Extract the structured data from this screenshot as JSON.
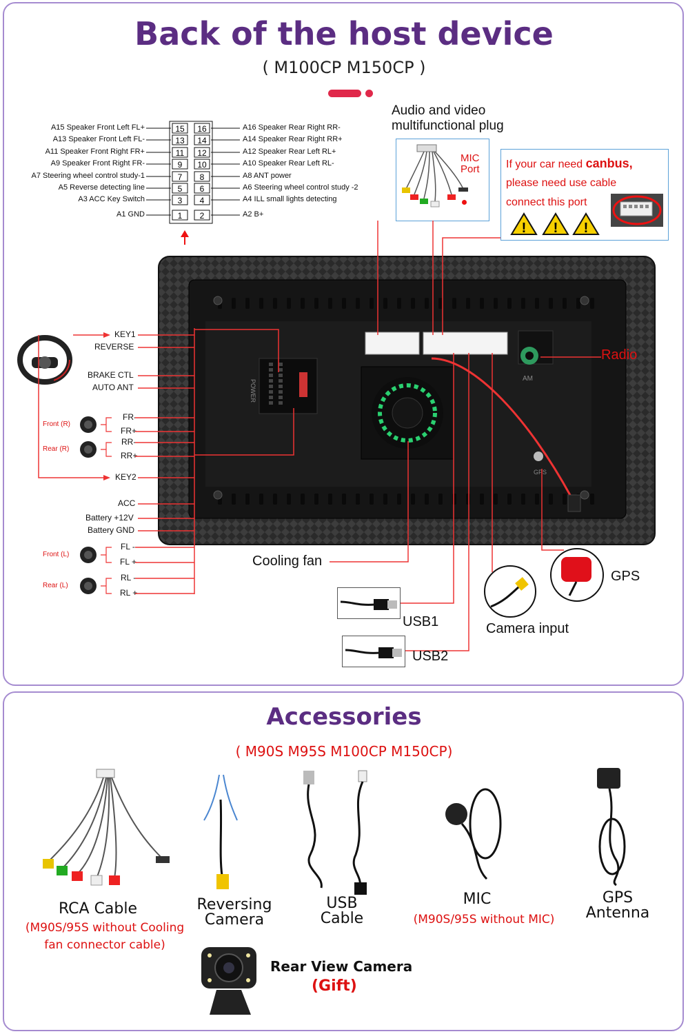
{
  "top": {
    "title": "Back of the host device",
    "models": "( M100CP  M150CP )",
    "pins_left": [
      {
        "num": "15",
        "label": "A15  Speaker Front Left FL+"
      },
      {
        "num": "13",
        "label": "A13  Speaker Front Left FL-"
      },
      {
        "num": "11",
        "label": "A11  Speaker Front Right FR+"
      },
      {
        "num": "9",
        "label": "A9     Speaker Front Right FR-"
      },
      {
        "num": "7",
        "label": "A7    Steering wheel control study-1"
      },
      {
        "num": "5",
        "label": "A5     Reverse detecting line"
      },
      {
        "num": "3",
        "label": "A3 ACC Key Switch"
      },
      {
        "num": "1",
        "label": "A1 GND"
      }
    ],
    "pins_right": [
      {
        "num": "16",
        "label": "A16 Speaker Rear Right RR-"
      },
      {
        "num": "14",
        "label": "A14 Speaker Rear Right RR+"
      },
      {
        "num": "12",
        "label": "A12 Speaker Rear Left RL+"
      },
      {
        "num": "10",
        "label": "A10 Speaker Rear Left RL-"
      },
      {
        "num": "8",
        "label": "A8   ANT power"
      },
      {
        "num": "6",
        "label": "A6   Steering wheel control study -2"
      },
      {
        "num": "4",
        "label": "A4   ILL small lights detecting"
      },
      {
        "num": "2",
        "label": "A2   B+"
      }
    ],
    "av_plug_label": "Audio and video\nmultifunctional plug",
    "mic_port": "MIC\nPort",
    "canbus": {
      "line1_pre": "If your car need ",
      "line1_bold": "canbus,",
      "line2": "please need use cable",
      "line3": "connect this port"
    },
    "left_labels": [
      "KEY1",
      "REVERSE",
      "BRAKE CTL",
      "AUTO ANT",
      "FR-",
      "FR+",
      "RR-",
      "RR+",
      "KEY2",
      "ACC",
      "Battery +12V",
      "Battery GND",
      "FL -",
      "FL +",
      "RL -",
      "RL +"
    ],
    "speaker_tags": [
      "Front (R)",
      "Rear (R)",
      "Front (L)",
      "Rear (L)"
    ],
    "radio": "Radio",
    "device_print": {
      "power": "POWER",
      "am": "AM",
      "gps": "GPS"
    },
    "cooling_fan": "Cooling fan",
    "gps": "GPS",
    "usb1": "USB1",
    "usb2": "USB2",
    "camera_input": "Camera input"
  },
  "accessories": {
    "title": "Accessories",
    "models": "( M90S M95S M100CP M150CP)",
    "items": [
      {
        "name": "RCA Cable",
        "note": "(M90S/95S without Cooling\nfan connector cable)"
      },
      {
        "name": "Reversing\nCamera",
        "note": ""
      },
      {
        "name": "USB\nCable",
        "note": ""
      },
      {
        "name": "MIC",
        "note": "(M90S/95S without MIC)"
      },
      {
        "name": "GPS\nAntenna",
        "note": ""
      }
    ],
    "gift_label": "Rear View Camera",
    "gift_tag": "(Gift)"
  },
  "colors": {
    "accent": "#5b2d82",
    "alert": "#d11111",
    "pill": "#e0284a",
    "border": "#a58bd0"
  }
}
